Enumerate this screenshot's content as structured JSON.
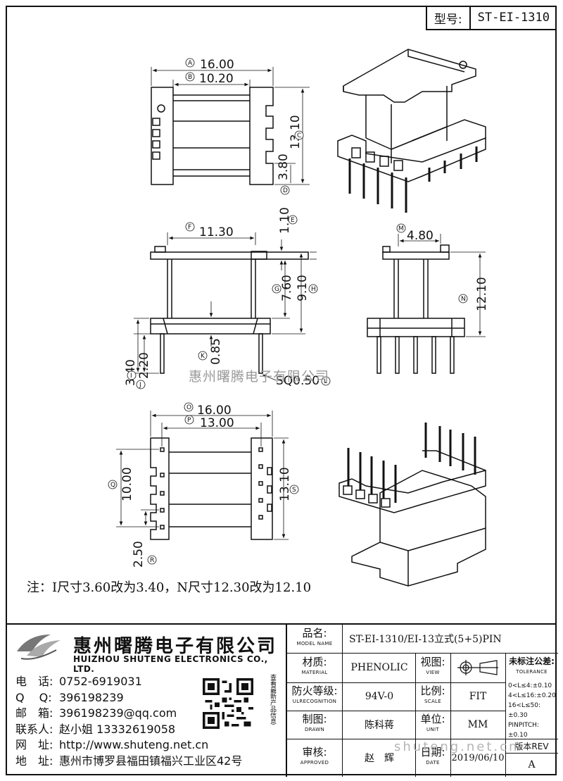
{
  "model_label": "型号:",
  "model_value": "ST-EI-1310",
  "dims": {
    "top_width_outer": "16.00",
    "top_width_inner": "10.20",
    "top_height": "13.10",
    "top_pad": "3.80",
    "side_width": "11.30",
    "flange_thk": "1.10",
    "h1": "7.60",
    "h2": "9.10",
    "base_thk": "0.85",
    "pin_len1": "3.40",
    "pin_len2": "2.20",
    "pin_sq": "SQ0.50",
    "end_width": "4.80",
    "end_height": "12.10",
    "bot_width_outer": "16.00",
    "bot_width_inner": "13.00",
    "bot_height1": "10.00",
    "bot_height2": "13.10",
    "pin_pitch": "2.50"
  },
  "circle_letters": {
    "A": "A",
    "B": "B",
    "C": "C",
    "D": "D",
    "E": "E",
    "F": "F",
    "G": "G",
    "H": "H",
    "I": "I",
    "J": "J",
    "K": "K",
    "L": "L",
    "M": "M",
    "N": "N",
    "O": "O",
    "P": "P",
    "Q": "Q",
    "R": "R",
    "S": "S"
  },
  "note": "注：I尺寸3.60改为3.40，N尺寸12.30改为12.10",
  "watermark": "惠州曙腾电子有限公司",
  "watermark_url": "shuteng.net.cn",
  "company": {
    "cn": "惠州曙腾电子有限公司",
    "en": "HUIZHOU SHUTENG ELECTRONICS CO., LTD."
  },
  "contacts": [
    {
      "k": "电　话:",
      "v": "0752-6919031"
    },
    {
      "k": "Q　 Q:",
      "v": "396198239"
    },
    {
      "k": "邮　箱:",
      "v": "396198239@qq.com"
    },
    {
      "k": "联系人:",
      "v": "赵小姐 13332619058"
    },
    {
      "k": "网　址:",
      "v": "http://www.shuteng.net.cn"
    },
    {
      "k": "地　址:",
      "v": "惠州市博罗县福田镇福兴工业区42号"
    }
  ],
  "qr_caption": "查看最新产品信息",
  "block": {
    "name_cn": "品名:",
    "name_en": "MODEL NAME",
    "name_val": "ST-EI-1310/EI-13立式(5+5)PIN",
    "mat_cn": "材质:",
    "mat_en": "MATERIAL",
    "mat_val": "PHENOLIC",
    "view_cn": "视图:",
    "view_en": "VIEW",
    "fire_cn": "防火等级:",
    "fire_en": "ULRECOGNITION",
    "fire_val": "94V-0",
    "scale_cn": "比例:",
    "scale_en": "SCALE",
    "scale_val": "FIT",
    "drawn_cn": "制图:",
    "drawn_en": "DRAWN",
    "drawn_val": "陈科蒋",
    "unit_cn": "单位:",
    "unit_en": "UNIT",
    "unit_val": "MM",
    "appr_cn": "审核:",
    "appr_en": "APPROVED",
    "appr_val": "赵　辉",
    "date_cn": "日期:",
    "date_en": "DATE",
    "date_val": "2019/06/10",
    "tol_title": "未标注公差:",
    "tol_en": "TOLERANCE",
    "tol1": "0<L≤4:±0.10",
    "tol2": "4<L≤16:±0.20",
    "tol3": "16<L≤50:±0.30",
    "tol4": "PINPITCH:±0.10",
    "rev_label": "版本REV",
    "rev_val": "A"
  }
}
